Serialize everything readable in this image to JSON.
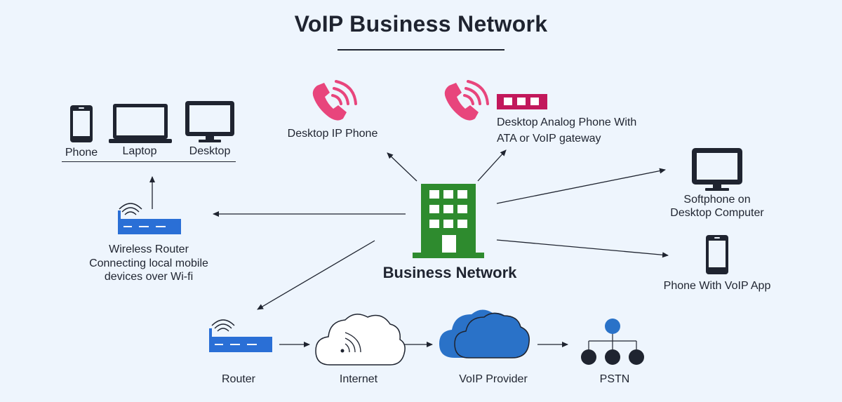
{
  "title": "VoIP Business Network",
  "center_label": "Business Network",
  "devices": {
    "phone": "Phone",
    "laptop": "Laptop",
    "desktop": "Desktop"
  },
  "wireless_router": {
    "line1": "Wireless Router",
    "line2": "Connecting local mobile",
    "line3": "devices over Wi-fi"
  },
  "desktop_ip_phone": "Desktop IP Phone",
  "analog_phone": {
    "line1": "Desktop Analog Phone With",
    "line2": "ATA or VoIP gateway"
  },
  "softphone": {
    "line1": "Softphone on",
    "line2": "Desktop Computer"
  },
  "mobile_app": "Phone With VoIP App",
  "chain": {
    "router": "Router",
    "internet": "Internet",
    "voip_provider": "VoIP Provider",
    "pstn": "PSTN"
  },
  "colors": {
    "building": "#2e8b2e",
    "phone_icon": "#e8457c",
    "ata_box": "#c2185b",
    "router": "#2a6fd6",
    "cloud_blue": "#2a72c8",
    "pstn_top": "#2a72c8",
    "dark": "#1f2430"
  }
}
